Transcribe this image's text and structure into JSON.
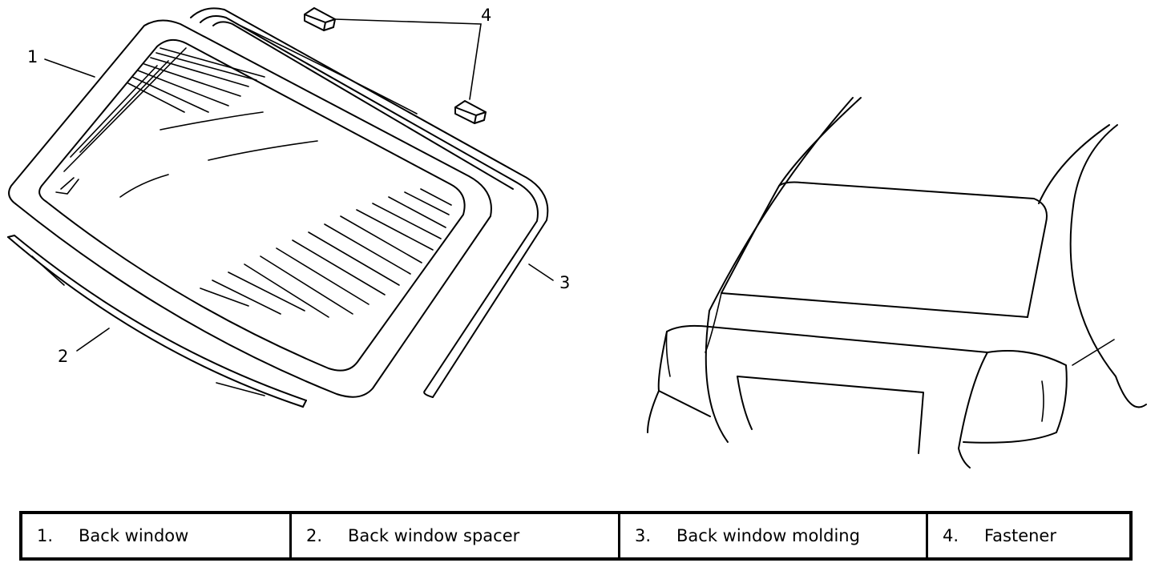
{
  "callouts": [
    {
      "id": "1",
      "text": "1"
    },
    {
      "id": "2",
      "text": "2"
    },
    {
      "id": "3",
      "text": "3"
    },
    {
      "id": "4",
      "text": "4"
    }
  ],
  "legend": [
    {
      "number": "1.",
      "label": "Back window"
    },
    {
      "number": "2.",
      "label": "Back window spacer"
    },
    {
      "number": "3.",
      "label": "Back window molding"
    },
    {
      "number": "4.",
      "label": "Fastener"
    }
  ]
}
